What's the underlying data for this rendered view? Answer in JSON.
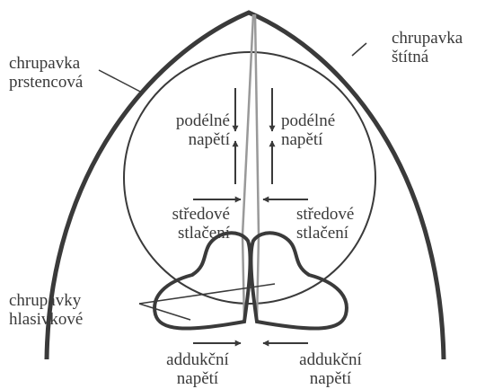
{
  "labels": {
    "thyroid_cartilage": [
      "chrupavka",
      "štítná"
    ],
    "cricoid_cartilage": [
      "chrupavka",
      "prstencová"
    ],
    "arytenoid_cartilages": [
      "chrupavky",
      "hlasivkové"
    ],
    "longitudinal_tension_left": [
      "podélné",
      "napětí"
    ],
    "longitudinal_tension_right": [
      "podélné",
      "napětí"
    ],
    "medial_compression_left": [
      "středové",
      "stlačení"
    ],
    "medial_compression_right": [
      "středové",
      "stlačení"
    ],
    "adductive_tension_left": [
      "addukční",
      "napětí"
    ],
    "adductive_tension_right": [
      "addukční",
      "napětí"
    ]
  },
  "colors": {
    "stroke": "#3a3a3a",
    "text": "#3a3a3a",
    "fold": "#999999",
    "background": "#ffffff"
  }
}
